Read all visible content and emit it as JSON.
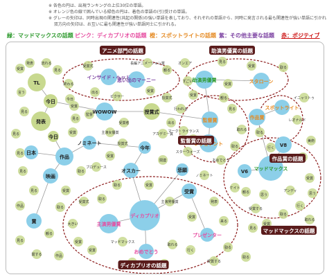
{
  "notes": [
    "※ 各色の円は、出現ランキングの上位30位の単語。",
    "※ オレンジ色の線で囲んでいる緑色の円は、着色の単語の(引)受けの単語。",
    "※ グレーの矢印は、同時出現の関連性(共起の関係)の強い単語を表しており、それぞれの単語から、同時に発言される最も関連性が強い単語に引かれる。",
    "　 双方向の矢印は、お互いに最も関連性が強い単語同士に引かれる。"
  ],
  "legend": {
    "green": "緑：マッドマックスの話題",
    "pink": "ピンク：ディカプリオの話題",
    "orange": "橙：スポットライトの話題",
    "purple": "紫：その他主要な話題",
    "red": "赤：ポジティブ"
  },
  "colors": {
    "green": "#2e9a2e",
    "pink": "#e64ca0",
    "orange": "#e58a22",
    "purple": "#7a3fa0",
    "red": "#cc1111",
    "bubble": "#8ccfe9",
    "small": "#c8d98f",
    "arrow": "#9a9a9a",
    "dashed": "#8b1a1a",
    "label_bg": "#5a1b1b"
  },
  "topic_labels": [
    "アニメ部門の話題",
    "助演男優賞の話題",
    "監督賞の話題",
    "作品賞の話題",
    "マッドマックスの話題",
    "ディカプリオの話題"
  ],
  "big_nodes": [
    {
      "id": "tl",
      "text": "TL"
    },
    {
      "id": "kyou1",
      "text": "今日"
    },
    {
      "id": "happyou",
      "text": "発表"
    },
    {
      "id": "inside",
      "text": "インサイド・ヘッド"
    },
    {
      "id": "omoide",
      "text": "思い出のマーニー"
    },
    {
      "id": "wowow",
      "text": "WOWOW"
    },
    {
      "id": "jushou1",
      "text": "授賞式"
    },
    {
      "id": "joen",
      "text": "助演男優賞"
    },
    {
      "id": "stallone",
      "text": "スタローン"
    },
    {
      "id": "kantoku",
      "text": "監督賞"
    },
    {
      "id": "revenant",
      "text": "レヴェナント"
    },
    {
      "id": "sakuhinshou",
      "text": "作品賞"
    },
    {
      "id": "spotlight",
      "text": "スポットライト"
    },
    {
      "id": "nihon",
      "text": "日本"
    },
    {
      "id": "kyou2",
      "text": "今日"
    },
    {
      "id": "sakuhin",
      "text": "作品"
    },
    {
      "id": "eiga",
      "text": "映画"
    },
    {
      "id": "shou",
      "text": "賞"
    },
    {
      "id": "nominate",
      "text": "ノミネート"
    },
    {
      "id": "kotoshi",
      "text": "今年"
    },
    {
      "id": "oscar",
      "text": "オスカー"
    },
    {
      "id": "shugen",
      "text": "主演男優賞"
    },
    {
      "id": "dicaprio",
      "text": "ディカプリオ"
    },
    {
      "id": "omedetou",
      "text": "おめでとう"
    },
    {
      "id": "hiha",
      "text": "悲願"
    },
    {
      "id": "jushou2",
      "text": "受賞"
    },
    {
      "id": "presenter",
      "text": "プレゼンター"
    },
    {
      "id": "v8",
      "text": "V8"
    },
    {
      "id": "v6",
      "text": "V6"
    },
    {
      "id": "madmax",
      "text": "マッドマックス"
    }
  ],
  "small_words": [
    "受賞",
    "発表",
    "流れる",
    "見る",
    "言う",
    "終わる",
    "見る",
    "今日",
    "見る",
    "受賞式",
    "出る",
    "ピクサー",
    "長編アニメーション賞",
    "観る",
    "受賞",
    "監督",
    "受賞者",
    "授賞式",
    "出る",
    "行われる",
    "オンエア",
    "見る",
    "受賞",
    "観る",
    "受賞",
    "取る",
    "見る",
    "マーク・ライランス",
    "スターウォーズ",
    "取る",
    "取れる",
    "取る",
    "レオナルド",
    "イニャリトゥ",
    "行く",
    "見る",
    "見る",
    "受賞",
    "取る",
    "見る",
    "受賞",
    "作品",
    "取る",
    "見る",
    "観る",
    "関する",
    "大きい",
    "受賞",
    "受賞式",
    "主演女優賞",
    "授賞式",
    "アカデミー賞",
    "関連",
    "取る",
    "受賞",
    "取る",
    "受賞",
    "マッドマックス",
    "観る",
    "見る",
    "取れる",
    "行く",
    "主演男優賞",
    "ノミネート",
    "発表",
    "来る",
    "取る",
    "受賞",
    "観る",
    "受賞する",
    "おめでとう",
    "ケイト",
    "思う",
    "アンディ",
    "受賞",
    "見る",
    "美術",
    "受賞",
    "取る",
    "行く",
    "思う",
    "見る",
    "受賞",
    "作品",
    "見る",
    "ブロデュース",
    "取る",
    "受賞する",
    "マッドマックス",
    "取れる",
    "受賞",
    "すごい",
    "受賞"
  ]
}
